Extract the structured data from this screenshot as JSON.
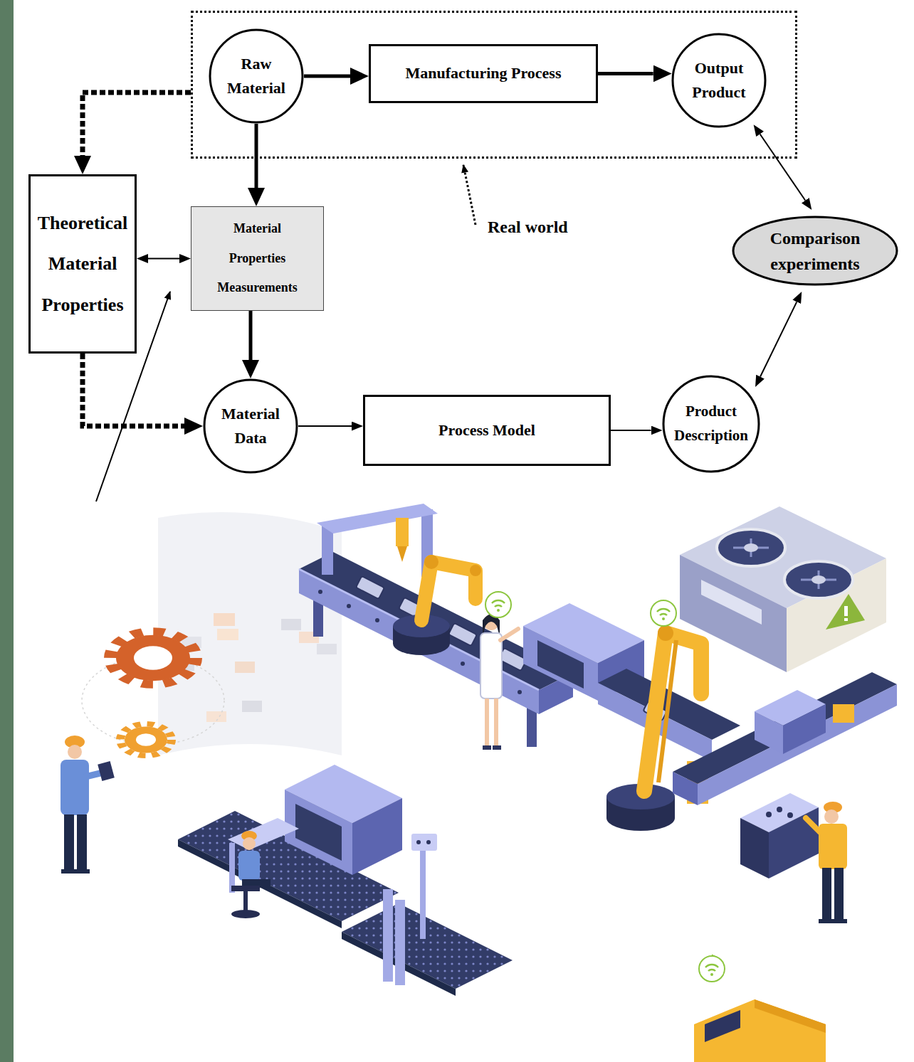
{
  "diagram": {
    "nodes": [
      {
        "text": [
          "Real world"
        ]
      },
      {
        "text": [
          "Raw Material"
        ],
        "in": 0
      },
      {
        "text": [
          "Manufacturing Process"
        ],
        "in": 0
      },
      {
        "text": [
          "Output Product"
        ],
        "in": 0
      },
      {
        "text": [
          "Theoretical Material Properties"
        ]
      },
      {
        "text": [
          "Material Properties Measurements"
        ]
      },
      {
        "text": [
          "Comparison experiments"
        ]
      },
      {
        "text": [
          "Material Data"
        ]
      },
      {
        "text": [
          "Process Model"
        ]
      },
      {
        "text": [
          "Product Description"
        ]
      }
    ],
    "edges": [
      {
        "from": 1,
        "to": 2,
        "arrow": "to"
      },
      {
        "from": 2,
        "to": 3,
        "arrow": "to"
      },
      {
        "from": 1,
        "to": 5,
        "arrow": "to"
      },
      {
        "from": 0,
        "to": 4,
        "arrow": "to"
      },
      {
        "from": 4,
        "to": 5,
        "arrow": "both"
      },
      {
        "from": 5,
        "to": 7,
        "arrow": "to"
      },
      {
        "from": 4,
        "to": 7,
        "arrow": "to"
      },
      {
        "from": 7,
        "to": 8,
        "arrow": "to"
      },
      {
        "from": 8,
        "to": 9,
        "arrow": "to"
      },
      {
        "from": 3,
        "to": 6,
        "arrow": "both"
      },
      {
        "from": 9,
        "to": 6,
        "arrow": "both"
      }
    ]
  }
}
